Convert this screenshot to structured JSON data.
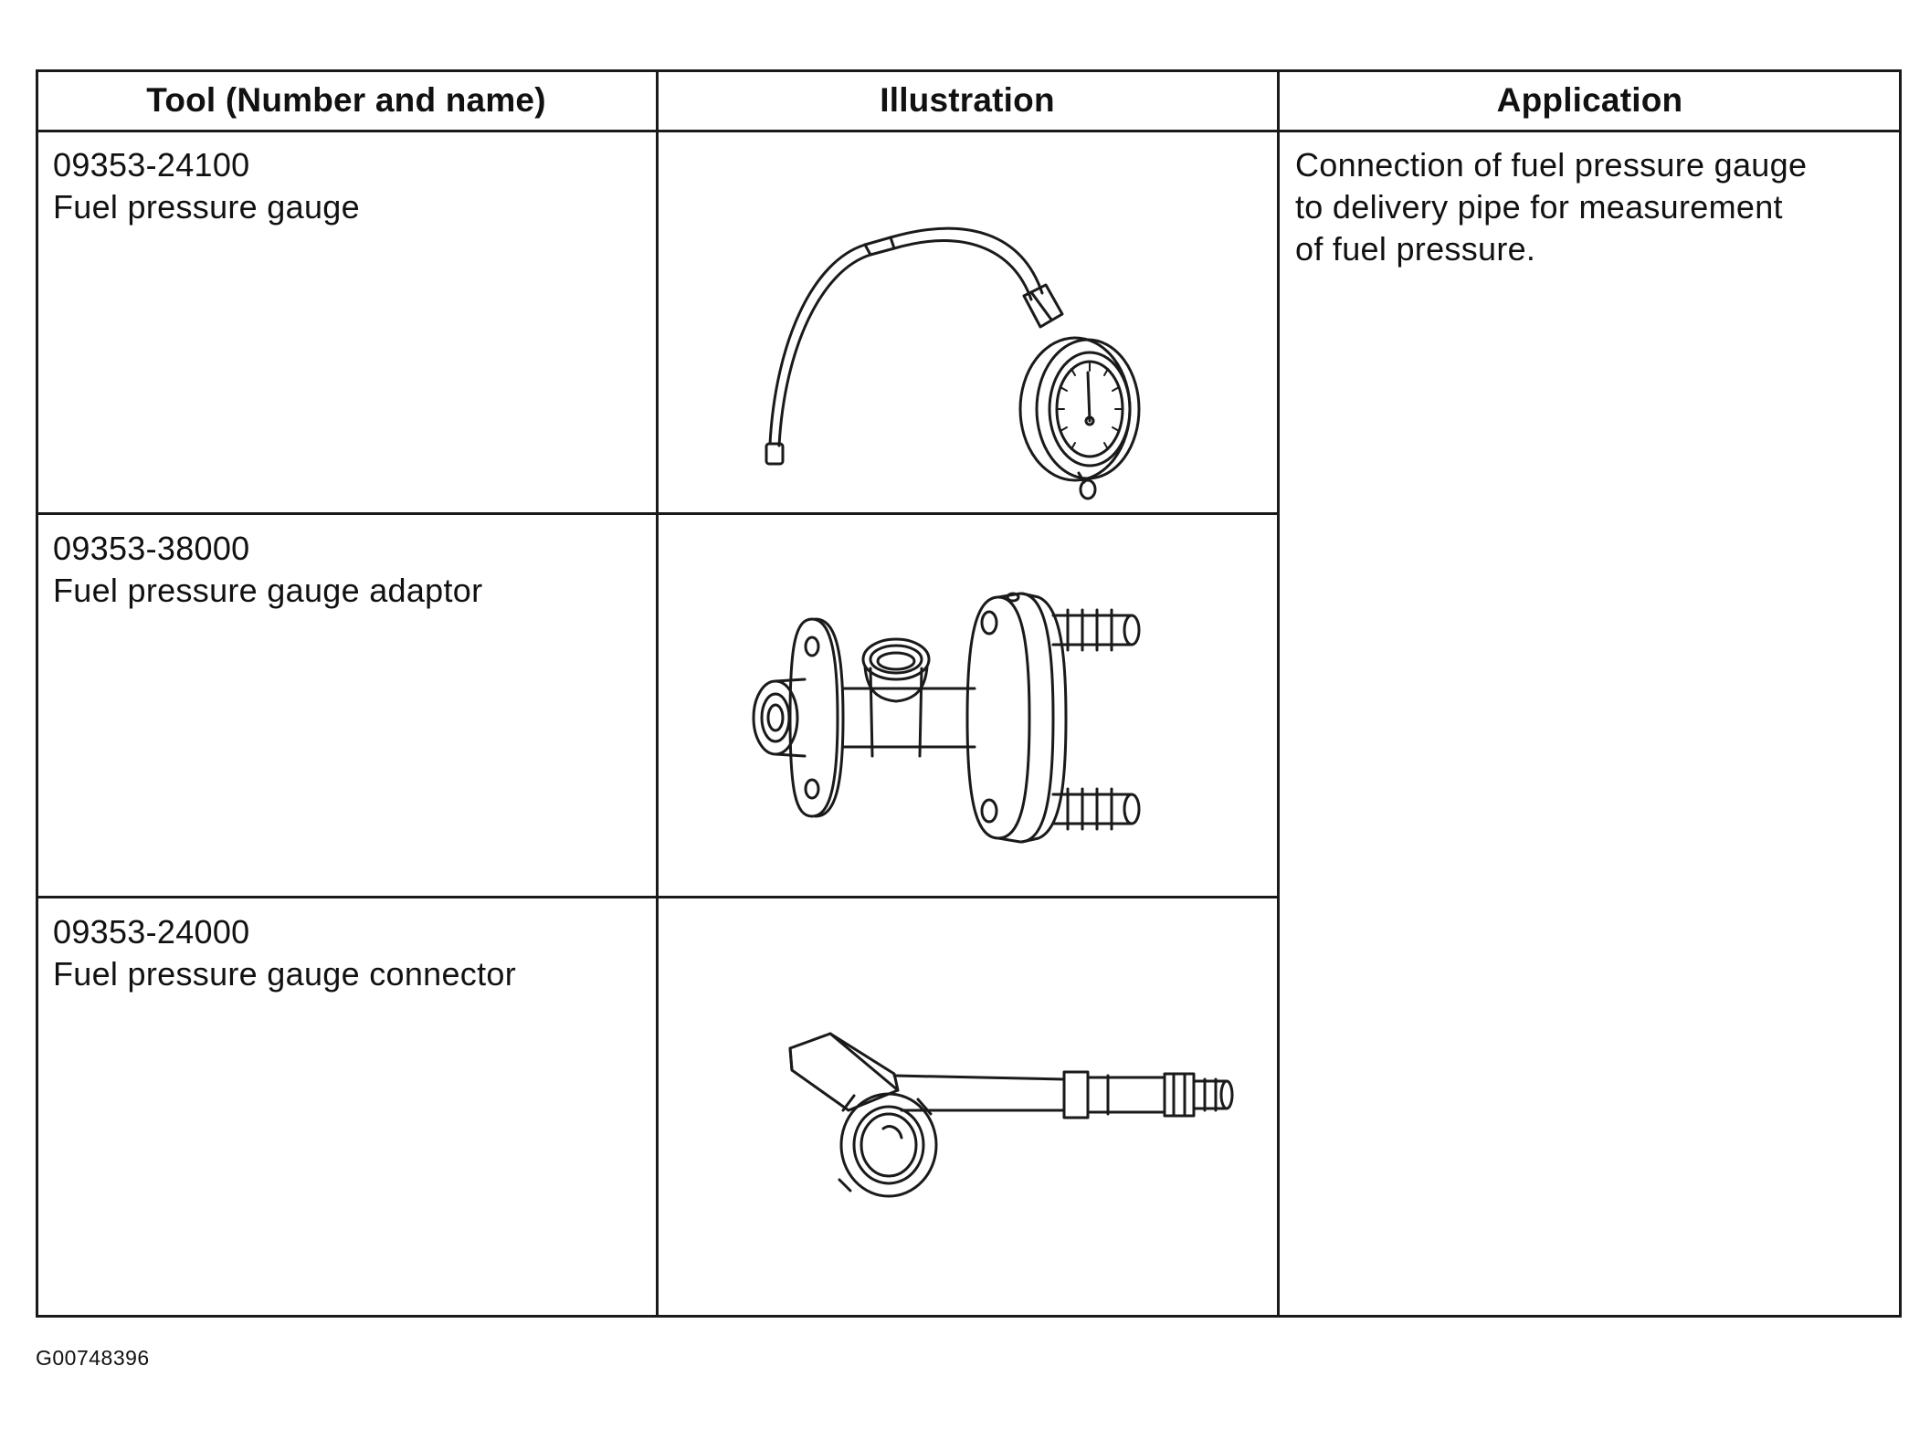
{
  "table": {
    "headers": {
      "tool": "Tool (Number and name)",
      "illustration": "Illustration",
      "application": "Application"
    },
    "rows": [
      {
        "number": "09353-24100",
        "name": "Fuel pressure gauge",
        "illustration_icon": "fuel-pressure-gauge-icon"
      },
      {
        "number": "09353-38000",
        "name": "Fuel pressure gauge adaptor",
        "illustration_icon": "fuel-pressure-gauge-adaptor-icon"
      },
      {
        "number": "09353-24000",
        "name": "Fuel pressure gauge connector",
        "illustration_icon": "fuel-pressure-gauge-connector-icon"
      }
    ],
    "application_lines": [
      "Connection of fuel pressure gauge",
      "to delivery pipe for measurement",
      "of fuel pressure."
    ]
  },
  "document_code": "G00748396"
}
